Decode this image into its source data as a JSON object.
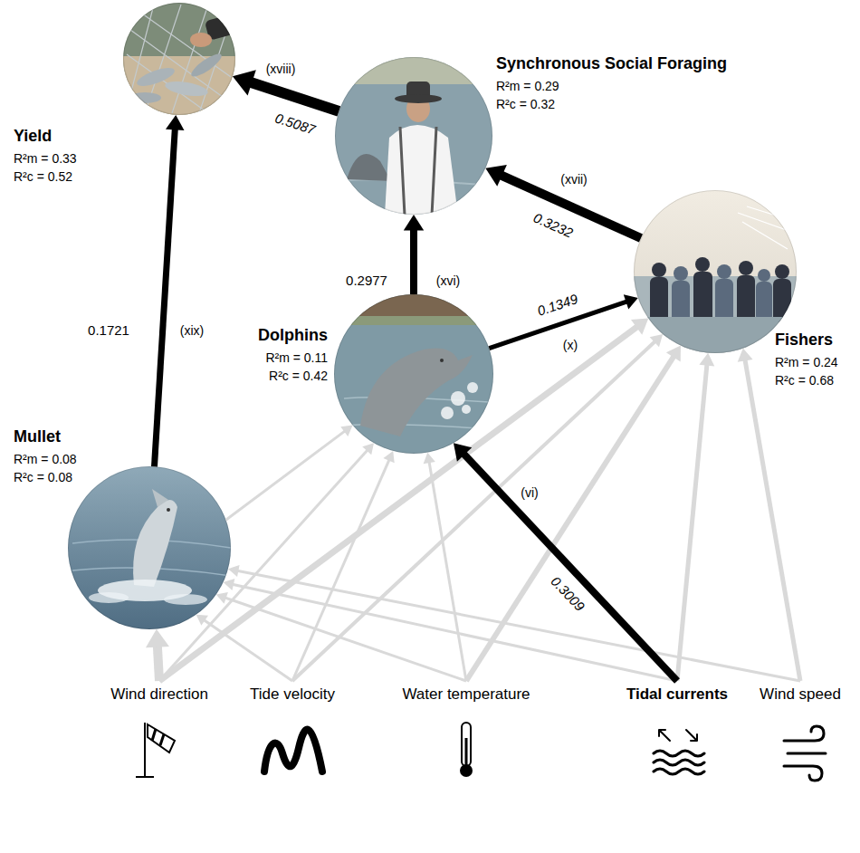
{
  "diagram": {
    "nodes": [
      {
        "text": [
          "Yield",
          "R²m = 0.33",
          "R²c = 0.52"
        ]
      },
      {
        "text": [
          "Synchronous Social Foraging",
          "R²m = 0.29",
          "R²c = 0.32"
        ]
      },
      {
        "text": [
          "Dolphins",
          "R²m = 0.11",
          "R²c = 0.42"
        ]
      },
      {
        "text": [
          "Fishers",
          "R²m = 0.24",
          "R²c = 0.68"
        ]
      },
      {
        "text": [
          "Mullet",
          "R²m = 0.08",
          "R²c = 0.08"
        ]
      },
      {
        "text": [
          "Wind direction"
        ]
      },
      {
        "text": [
          "Tide velocity"
        ]
      },
      {
        "text": [
          "Water temperature"
        ]
      },
      {
        "text": [
          "Tidal currents"
        ]
      },
      {
        "text": [
          "Wind speed"
        ]
      }
    ],
    "edges": [
      {
        "from": 1,
        "to": 0,
        "arrow": "to",
        "label": "0.5087"
      },
      {
        "from": 3,
        "to": 1,
        "arrow": "to",
        "label": "0.3232"
      },
      {
        "from": 2,
        "to": 1,
        "arrow": "to",
        "label": "0.2977"
      },
      {
        "from": 2,
        "to": 3,
        "arrow": "to",
        "label": "0.1349"
      },
      {
        "from": 4,
        "to": 0,
        "arrow": "to",
        "label": "0.1721"
      },
      {
        "from": 8,
        "to": 2,
        "arrow": "to",
        "label": "0.3009"
      },
      {
        "from": 5,
        "to": 4,
        "arrow": "to"
      },
      {
        "from": 6,
        "to": 4,
        "arrow": "to"
      },
      {
        "from": 7,
        "to": 4,
        "arrow": "to"
      },
      {
        "from": 8,
        "to": 4,
        "arrow": "to"
      },
      {
        "from": 9,
        "to": 4,
        "arrow": "to"
      },
      {
        "from": 4,
        "to": 2,
        "arrow": "to"
      },
      {
        "from": 5,
        "to": 2,
        "arrow": "to"
      },
      {
        "from": 6,
        "to": 2,
        "arrow": "to"
      },
      {
        "from": 7,
        "to": 2,
        "arrow": "to"
      },
      {
        "from": 5,
        "to": 3,
        "arrow": "to"
      },
      {
        "from": 6,
        "to": 3,
        "arrow": "to"
      },
      {
        "from": 7,
        "to": 3,
        "arrow": "to"
      },
      {
        "from": 8,
        "to": 3,
        "arrow": "to"
      },
      {
        "from": 9,
        "to": 3,
        "arrow": "to"
      }
    ],
    "labels": [
      "(xviii)",
      "(xvii)",
      "(xvi)",
      "(x)",
      "(xix)",
      "(vi)"
    ]
  }
}
